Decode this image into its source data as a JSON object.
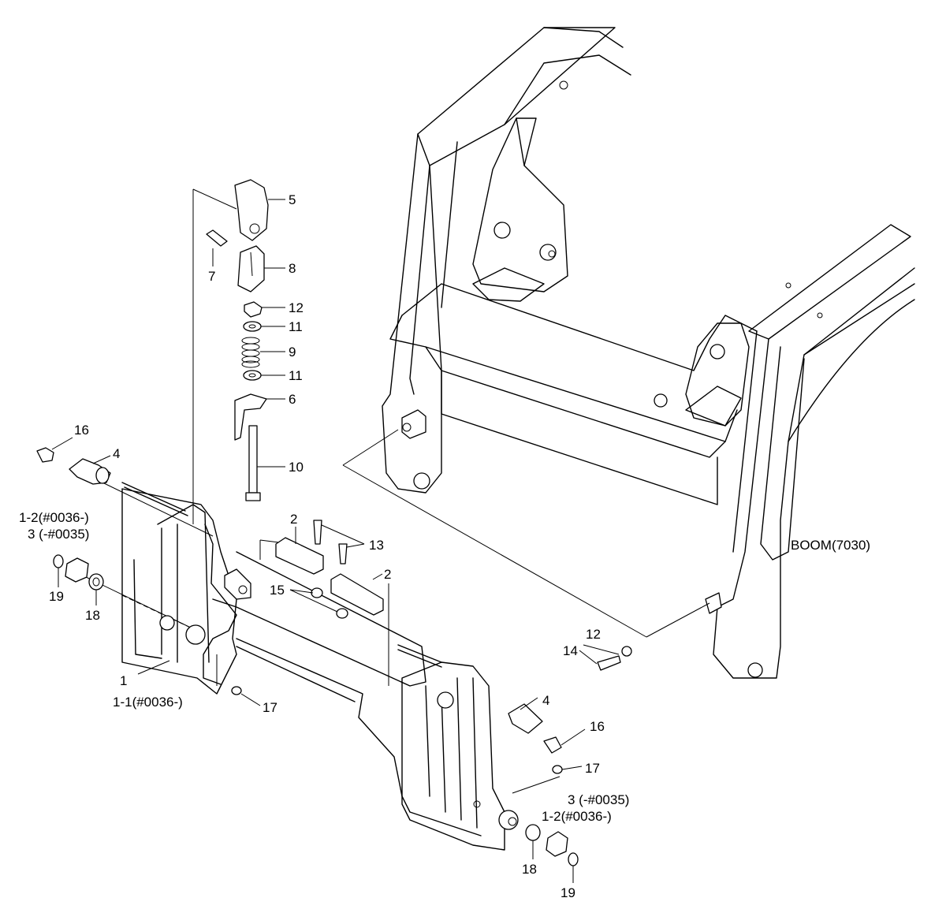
{
  "diagram": {
    "labels": [
      {
        "id": "l5",
        "text": "5"
      },
      {
        "id": "l7",
        "text": "7"
      },
      {
        "id": "l8",
        "text": "8"
      },
      {
        "id": "l12a",
        "text": "12"
      },
      {
        "id": "l11a",
        "text": "11"
      },
      {
        "id": "l9",
        "text": "9"
      },
      {
        "id": "l11b",
        "text": "11"
      },
      {
        "id": "l6",
        "text": "6"
      },
      {
        "id": "l10",
        "text": "10"
      },
      {
        "id": "l16a",
        "text": "16"
      },
      {
        "id": "l4a",
        "text": "4"
      },
      {
        "id": "l12p",
        "text": "1-2(#0036-)"
      },
      {
        "id": "l3p",
        "text": "3 (-#0035)"
      },
      {
        "id": "l19a",
        "text": "19"
      },
      {
        "id": "l18a",
        "text": "18"
      },
      {
        "id": "l2a",
        "text": "2"
      },
      {
        "id": "l13",
        "text": "13"
      },
      {
        "id": "l2b",
        "text": "2"
      },
      {
        "id": "l15",
        "text": "15"
      },
      {
        "id": "lboom",
        "text": "BOOM(7030)"
      },
      {
        "id": "l12b",
        "text": "12"
      },
      {
        "id": "l14",
        "text": "14"
      },
      {
        "id": "l1",
        "text": "1"
      },
      {
        "id": "l11p",
        "text": "1-1(#0036-)"
      },
      {
        "id": "l17a",
        "text": "17"
      },
      {
        "id": "l4b",
        "text": "4"
      },
      {
        "id": "l16b",
        "text": "16"
      },
      {
        "id": "l17b",
        "text": "17"
      },
      {
        "id": "l3q",
        "text": "3  (-#0035)"
      },
      {
        "id": "l12q",
        "text": "1-2(#0036-)"
      },
      {
        "id": "l18b",
        "text": "18"
      },
      {
        "id": "l19b",
        "text": "19"
      }
    ]
  }
}
